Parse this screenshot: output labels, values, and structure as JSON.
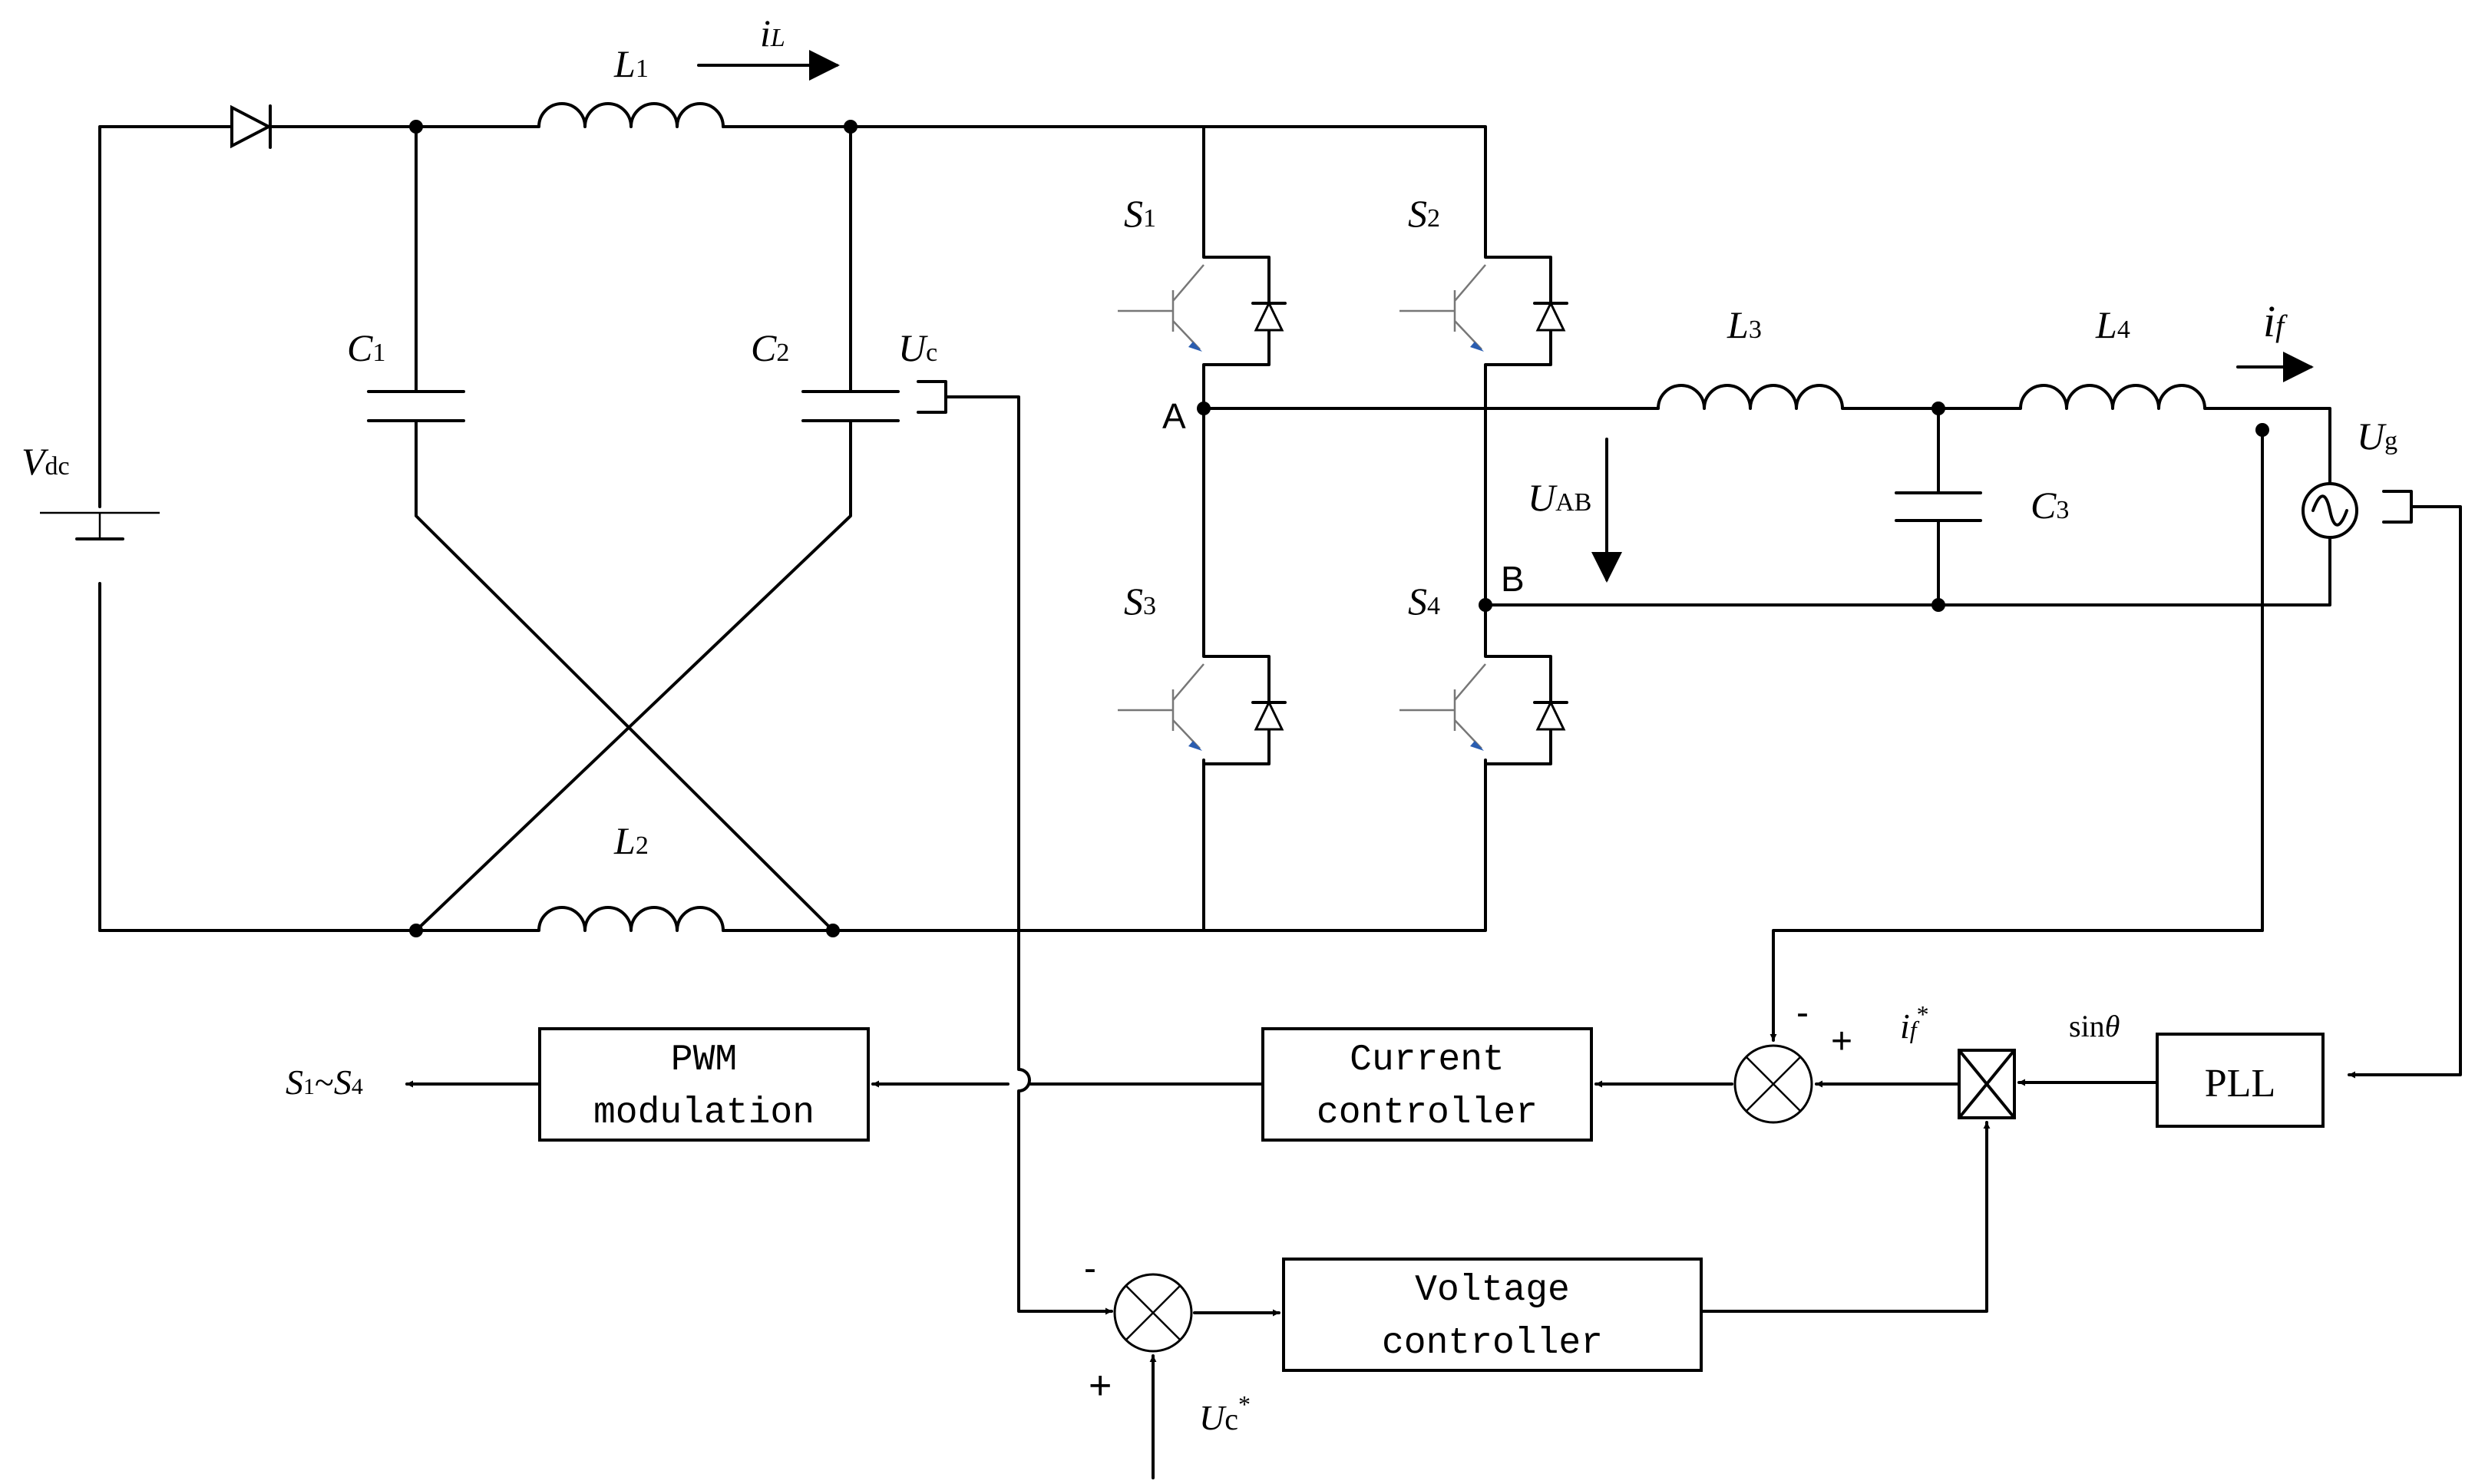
{
  "components": {
    "source": {
      "name": "V",
      "sub": "dc"
    },
    "inductor_L1": {
      "name": "L",
      "sub": "1"
    },
    "inductor_L2": {
      "name": "L",
      "sub": "2"
    },
    "inductor_L3": {
      "name": "L",
      "sub": "3"
    },
    "inductor_L4": {
      "name": "L",
      "sub": "4"
    },
    "cap_C1": {
      "name": "C",
      "sub": "1"
    },
    "cap_C2": {
      "name": "C",
      "sub": "2"
    },
    "cap_C3": {
      "name": "C",
      "sub": "3"
    },
    "cap_voltage": {
      "name": "U",
      "sub": "c"
    },
    "switch_S1": {
      "name": "S",
      "sub": "1"
    },
    "switch_S2": {
      "name": "S",
      "sub": "2"
    },
    "switch_S3": {
      "name": "S",
      "sub": "3"
    },
    "switch_S4": {
      "name": "S",
      "sub": "4"
    },
    "grid": {
      "name": "U",
      "sub": "g"
    }
  },
  "signals": {
    "inductor_current": {
      "name": "i",
      "sub": "L"
    },
    "grid_current": {
      "name": "i",
      "sub": "f"
    },
    "bridge_voltage": {
      "name": "U",
      "sub": "AB"
    },
    "node_a": "A",
    "node_b": "B"
  },
  "control": {
    "pwm_block": {
      "line1": "PWM",
      "line2": "modulation"
    },
    "current_block": {
      "line1": "Current",
      "line2": "controller"
    },
    "voltage_block": {
      "line1": "Voltage",
      "line2": "controller"
    },
    "pll_block": "PLL",
    "switch_output": {
      "s1": "S",
      "s1_sub": "1",
      "sep": "~",
      "s4": "S",
      "s4_sub": "4"
    },
    "current_ref": {
      "name": "i",
      "sub": "f",
      "sup": "*"
    },
    "voltage_ref": {
      "name": "U",
      "sub": "c",
      "sup": "*"
    },
    "sine_label": {
      "fn": "sin",
      "var": "θ"
    },
    "current_sum": {
      "minus": "-",
      "plus": "+"
    },
    "voltage_sum": {
      "minus": "-",
      "plus": "+"
    }
  }
}
